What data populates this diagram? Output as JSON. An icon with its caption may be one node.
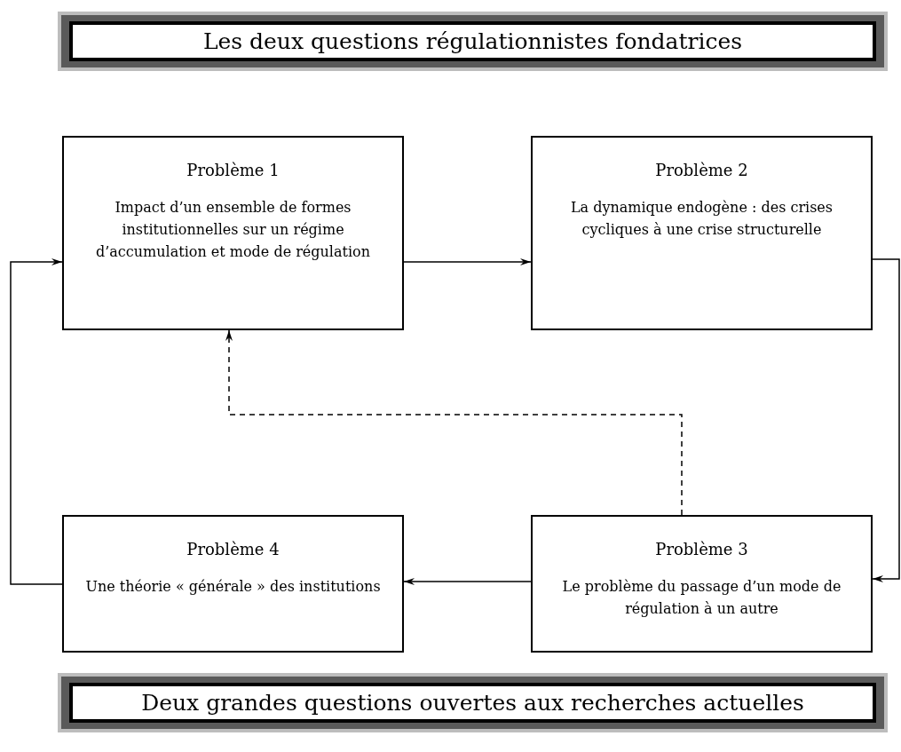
{
  "diagram": {
    "title": "Les deux questions régulationnistes fondatrices",
    "nodes": [
      {
        "text": [
          "Problème 1",
          "Impact d’un ensemble de formes institutionnelles sur un régime d’accumulation et mode de régulation"
        ]
      },
      {
        "text": [
          "Problème 2",
          "La dynamique endogène : des crises cycliques à une crise structurelle"
        ]
      },
      {
        "text": [
          "Problème 4",
          "Une théorie « générale » des institutions"
        ]
      },
      {
        "text": [
          "Problème 3",
          "Le problème du passage d’un mode de régulation à un autre"
        ]
      }
    ],
    "edges": [
      {
        "from": 0,
        "to": 1,
        "arrow": "to"
      },
      {
        "from": 1,
        "to": 3,
        "arrow": "to"
      },
      {
        "from": 3,
        "to": 2,
        "arrow": "to"
      },
      {
        "from": 2,
        "to": 0,
        "arrow": "to"
      },
      {
        "from": 3,
        "to": 0,
        "arrow": "to",
        "style": "dashed"
      }
    ],
    "labels": [
      "Deux grandes questions ouvertes aux recherches actuelles"
    ]
  }
}
